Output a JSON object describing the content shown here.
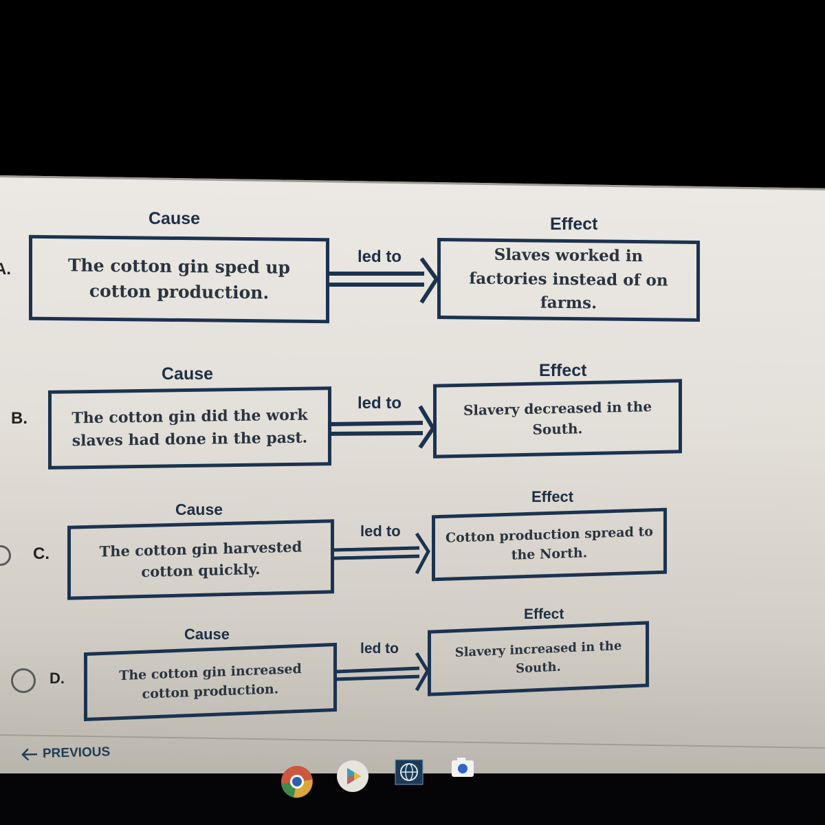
{
  "question": {
    "column_labels": {
      "cause": "Cause",
      "effect": "Effect"
    },
    "connector_label": "led to",
    "options": [
      {
        "letter": "A.",
        "cause": "The cotton gin sped up cotton production.",
        "effect": "Slaves worked in factories instead of on farms.",
        "selected": false
      },
      {
        "letter": "B.",
        "cause": "The cotton gin did the work slaves had done in the past.",
        "effect": "Slavery decreased in the South.",
        "selected": false
      },
      {
        "letter": "C.",
        "cause": "The cotton gin harvested cotton quickly.",
        "effect": "Cotton production spread to the North.",
        "selected": false
      },
      {
        "letter": "D.",
        "cause": "The cotton gin increased cotton production.",
        "effect": "Slavery increased in the South.",
        "selected": false
      }
    ]
  },
  "navigation": {
    "previous_label": "PREVIOUS",
    "previous_icon": "arrow-left-icon"
  },
  "shelf": {
    "apps": [
      {
        "name": "Chrome",
        "icon": "chrome-icon"
      },
      {
        "name": "Play Store",
        "icon": "play-store-icon"
      },
      {
        "name": "Network",
        "icon": "globe-icon"
      },
      {
        "name": "Camera",
        "icon": "camera-icon"
      }
    ]
  },
  "colors": {
    "box_border": "#1b3350",
    "label_text": "#1d2f45",
    "screen_bg": "#e6e2dc"
  }
}
